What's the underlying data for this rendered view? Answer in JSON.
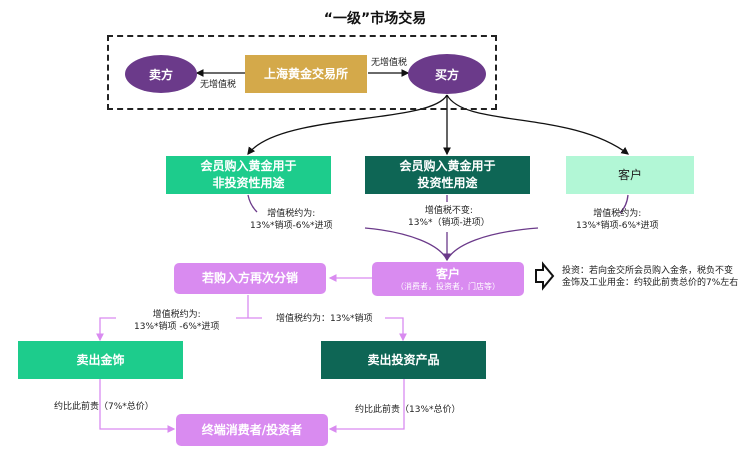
{
  "title": "“一级”市场交易",
  "primary_market": {
    "seller": "卖方",
    "exchange": "上海黄金交易所",
    "buyer": "买方",
    "label_to_seller": "无增值税",
    "label_to_buyer": "无增值税"
  },
  "tier2": {
    "non_investment": {
      "line1": "会员购入黄金用于",
      "line2": "非投资性用途",
      "tax_line1": "增值税约为:",
      "tax_line2": "13%*销项-6%*进项"
    },
    "investment": {
      "line1": "会员购入黄金用于",
      "line2": "投资性用途",
      "tax_line1": "增值税不变:",
      "tax_line2": "13%*（销项-进项）"
    },
    "customer": {
      "label": "客户",
      "tax_line1": "增值税约为:",
      "tax_line2": "13%*销项-6%*进项"
    }
  },
  "tier3": {
    "redistribute": "若购入方再次分销",
    "customer_label": "客户",
    "customer_sub": "（消费者，投资者，门店等）",
    "note_line1": "投资：若向金交所会员购入金条，税负不变",
    "note_line2": "金饰及工业用金：约较此前贵总价的7%左右",
    "left_tax_line1": "增值税约为:",
    "left_tax_line2": "13%*销项 -6%*进项",
    "right_tax": "增值税约为：13%*销项"
  },
  "tier4": {
    "sell_jewelry": "卖出金饰",
    "sell_investment": "卖出投资产品",
    "left_note": "约比此前贵（7%*总价）",
    "right_note": "约比此前贵（13%*总价）",
    "end_consumer": "终端消费者/投资者"
  },
  "colors": {
    "purple_ellipse": "#6b3a8a",
    "gold": "#d4a94a",
    "green": "#1dcc8c",
    "dark_green": "#0e6655",
    "mint": "#b2f7d6",
    "pink": "#d98bf0"
  }
}
